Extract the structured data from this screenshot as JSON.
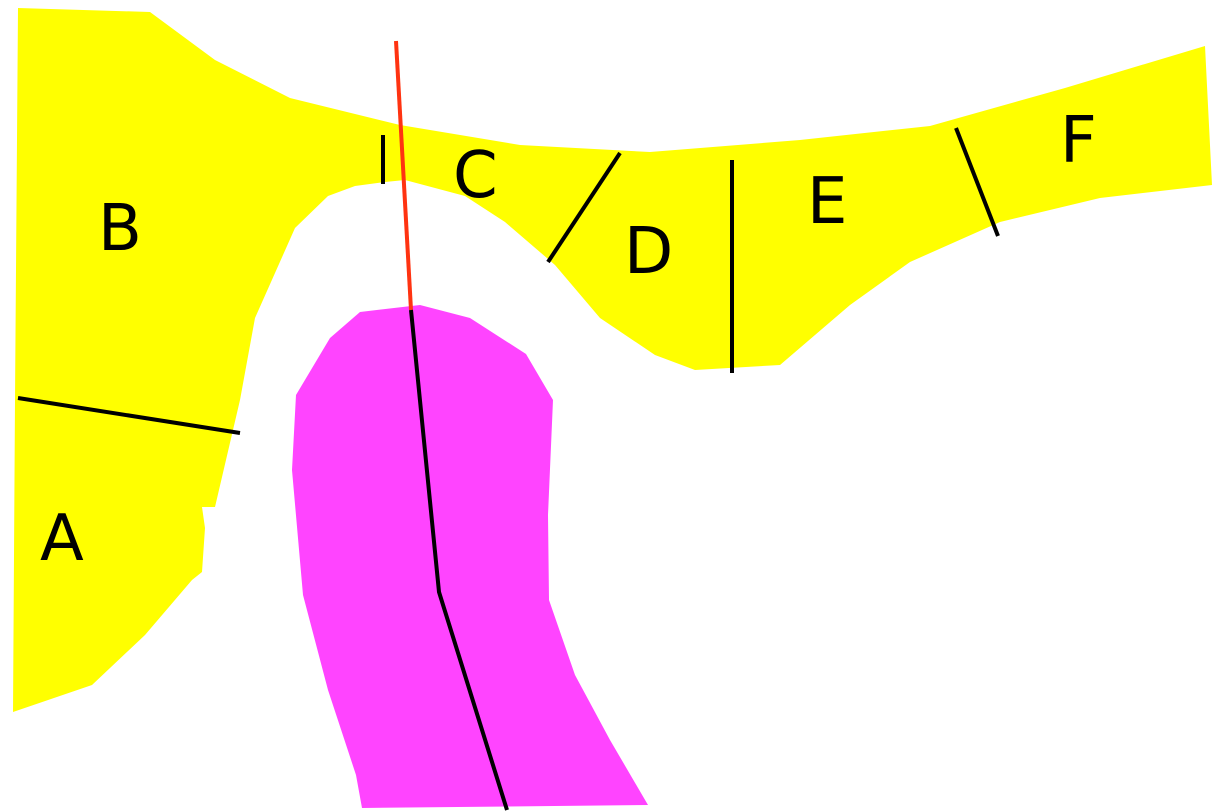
{
  "colors": {
    "background": "#ffffff",
    "upper_region": "#ffff00",
    "lower_region": "#ff44ff",
    "divider": "#000000",
    "highlight_line": "#ff3311"
  },
  "labels": {
    "a": "A",
    "b": "B",
    "c": "C",
    "d": "D",
    "e": "E",
    "f": "F"
  }
}
